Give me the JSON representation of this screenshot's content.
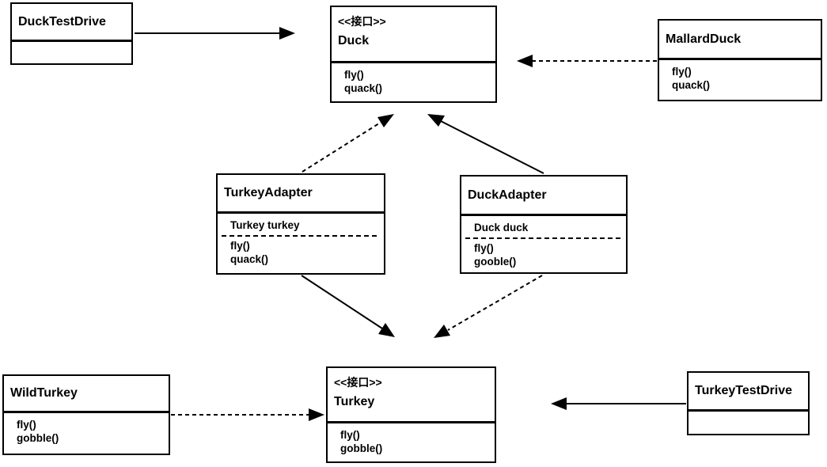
{
  "diagram_type": "uml-class-diagram (Adapter pattern)",
  "classes": {
    "duckTestDrive": {
      "name": "DuckTestDrive"
    },
    "duck": {
      "stereotype": "<<接口>>",
      "name": "Duck",
      "methods": [
        "fly()",
        "quack()"
      ]
    },
    "mallardDuck": {
      "name": "MallardDuck",
      "methods": [
        "fly()",
        "quack()"
      ]
    },
    "turkeyAdapter": {
      "name": "TurkeyAdapter",
      "field": "Turkey turkey",
      "methods": [
        "fly()",
        "quack()"
      ]
    },
    "duckAdapter": {
      "name": "DuckAdapter",
      "field": "Duck duck",
      "methods": [
        "fly()",
        "gooble()"
      ]
    },
    "wildTurkey": {
      "name": "WildTurkey",
      "methods": [
        "fly()",
        "gobble()"
      ]
    },
    "turkey": {
      "stereotype": "<<接口>>",
      "name": "Turkey",
      "methods": [
        "fly()",
        "gobble()"
      ]
    },
    "turkeyTestDrive": {
      "name": "TurkeyTestDrive"
    }
  },
  "relations": [
    {
      "from": "DuckTestDrive",
      "to": "Duck",
      "line": "solid",
      "arrowhead": "filled-triangle"
    },
    {
      "from": "MallardDuck",
      "to": "Duck",
      "line": "dashed",
      "arrowhead": "filled-triangle"
    },
    {
      "from": "TurkeyAdapter",
      "to": "Duck",
      "line": "dashed",
      "arrowhead": "filled-triangle"
    },
    {
      "from": "DuckAdapter",
      "to": "Duck",
      "line": "solid",
      "arrowhead": "filled-triangle"
    },
    {
      "from": "TurkeyAdapter",
      "to": "Turkey",
      "line": "solid",
      "arrowhead": "filled-triangle"
    },
    {
      "from": "DuckAdapter",
      "to": "Turkey",
      "line": "dashed",
      "arrowhead": "filled-triangle"
    },
    {
      "from": "WildTurkey",
      "to": "Turkey",
      "line": "dashed",
      "arrowhead": "filled-triangle"
    },
    {
      "from": "TurkeyTestDrive",
      "to": "Turkey",
      "line": "solid",
      "arrowhead": "filled-triangle"
    }
  ],
  "colors": {
    "line": "#000000",
    "text": "#000000",
    "background": "#ffffff",
    "box_fill": "#ffffff"
  }
}
